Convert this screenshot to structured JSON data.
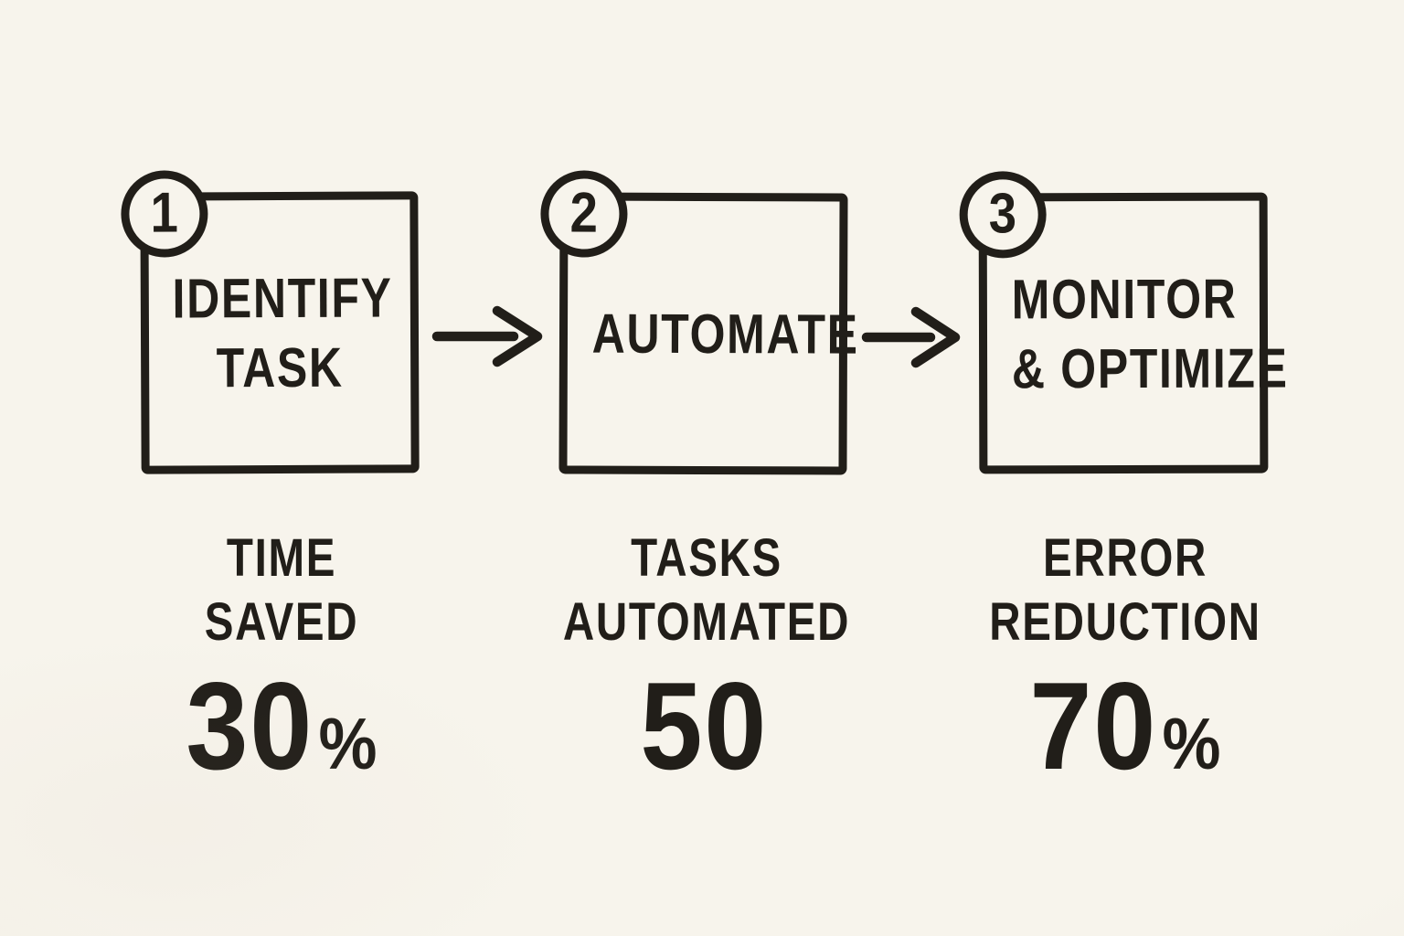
{
  "palette": {
    "background": "#f7f4ec",
    "ink": "#211e19"
  },
  "steps": [
    {
      "number": "1",
      "title_line1": "IDENTIFY",
      "title_line2": "TASK"
    },
    {
      "number": "2",
      "title_line1": "AUTOMATE",
      "title_line2": ""
    },
    {
      "number": "3",
      "title_line1": "MONITOR",
      "title_line2": "& OPTIMIZE"
    }
  ],
  "connectors": [
    {
      "icon": "arrow-right"
    },
    {
      "icon": "arrow-right"
    }
  ],
  "stats": [
    {
      "label_line1": "TIME",
      "label_line2": "SAVED",
      "value": "30",
      "unit": "%"
    },
    {
      "label_line1": "TASKS",
      "label_line2": "AUTOMATED",
      "value": "50",
      "unit": ""
    },
    {
      "label_line1": "ERROR",
      "label_line2": "REDUCTION",
      "value": "70",
      "unit": "%"
    }
  ]
}
